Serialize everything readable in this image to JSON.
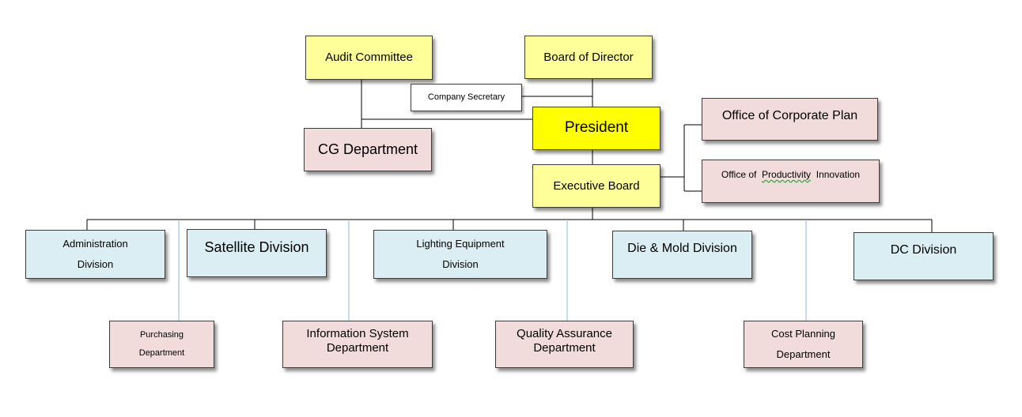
{
  "nodes": {
    "audit_committee": "Audit  Committee",
    "board_of_director": "Board of Director",
    "company_secretary": "Company  Secretary",
    "president": "President",
    "cg_department": "CG Department",
    "executive_board": "Executive Board",
    "office_corporate_plan": "Office of Corporate Plan",
    "office_productivity": {
      "prefix": "Office of  ",
      "word": "Productivity",
      "suffix": "  Innovation"
    },
    "administration_division": [
      "Administration",
      "Division"
    ],
    "satellite_division": "Satellite Division",
    "lighting_equipment_division": [
      "Lighting  Equipment",
      "Division"
    ],
    "die_mold_division": "Die & Mold Division",
    "dc_division": "DC Division",
    "purchasing_department": [
      "Purchasing",
      "Department"
    ],
    "information_system_department": [
      "Information System",
      "Department"
    ],
    "quality_assurance_department": [
      "Quality Assurance",
      "Department"
    ],
    "cost_planning_department": [
      "Cost Planning",
      "Department"
    ]
  },
  "colors": {
    "yellow": "#ffff99",
    "president_yellow": "#ffff00",
    "pink": "#f2dcdb",
    "light_blue": "#dbeef3",
    "line_dark": "#000000",
    "line_blue": "#8eb4e3"
  }
}
